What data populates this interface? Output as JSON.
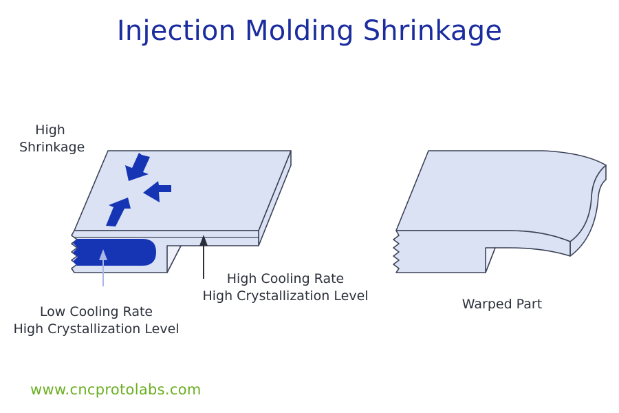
{
  "title": "Injection Molding Shrinkage",
  "colors": {
    "title": "#1a2c9e",
    "part_fill": "#dbe2f4",
    "part_stroke": "#3b4256",
    "core_fill": "#1535b5",
    "arrow_fill": "#1535b5",
    "low_pointer": "#aab6e8",
    "high_pointer": "#2b2f3a",
    "footer": "#6aae20"
  },
  "left_diagram": {
    "name": "Part with thick section",
    "labels": {
      "high_shrinkage": [
        "High",
        "Shrinkage"
      ],
      "high_cooling": [
        "High Cooling Rate",
        "High Crystallization Level"
      ],
      "low_cooling": [
        "Low Cooling Rate",
        "High Crystallization Level"
      ]
    },
    "shrink_arrows": [
      "down-left",
      "left",
      "up-right"
    ]
  },
  "right_diagram": {
    "name": "Warped part",
    "label": "Warped Part"
  },
  "footer": {
    "url": "www.cncprotolabs.com"
  }
}
